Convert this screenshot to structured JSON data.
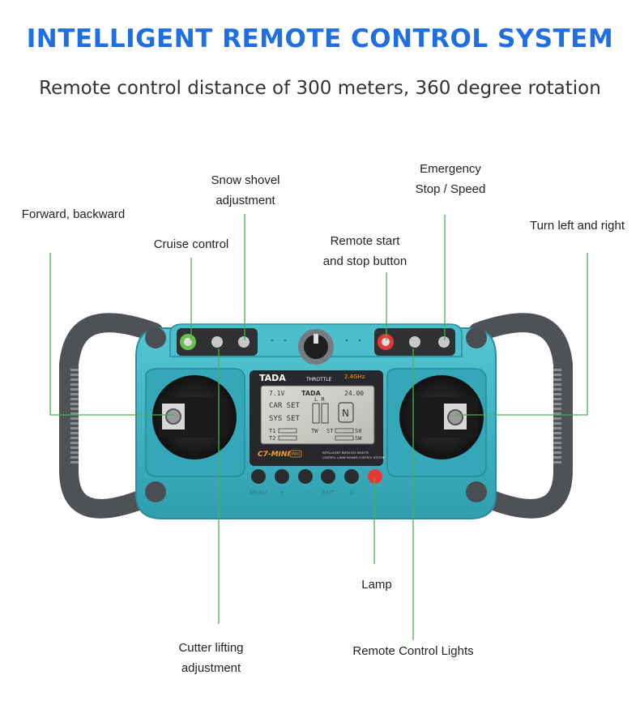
{
  "header": {
    "title": "INTELLIGENT REMOTE CONTROL SYSTEM",
    "subtitle": "Remote control distance of 300 meters, 360 degree rotation"
  },
  "labels": {
    "forward_backward": "Forward, backward",
    "cruise_control": "Cruise control",
    "snow_shovel_line1": "Snow shovel",
    "snow_shovel_line2": "adjustment",
    "remote_start_line1": "Remote start",
    "remote_start_line2": "and stop button",
    "emergency_line1": "Emergency",
    "emergency_line2": "Stop / Speed",
    "turn_left_right": "Turn left and right",
    "lamp": "Lamp",
    "cutter_line1": "Cutter lifting",
    "cutter_line2": "adjustment",
    "remote_lights": "Remote Control Lights"
  },
  "device": {
    "brand": "TADA",
    "throttle": "THROTTLE",
    "band": "2.4GHz",
    "model": "C7-MINI",
    "model_badge": "PRO",
    "tagline_line1": "INTELLIGENT WIRELESS REMOTE",
    "tagline_line2": "CONTROL LAWN MOWER CONTROL SYSTEM",
    "screen": {
      "voltage": "7.1V",
      "brand": "TADA",
      "value": "24.00",
      "line1": "CAR SET",
      "line2": "SYS SET",
      "lr": "L R",
      "mode": "N",
      "t1": "T1",
      "t2": "T2",
      "tw": "TW",
      "st": "ST",
      "s0": "S0",
      "sw": "SW"
    },
    "button_labels": [
      "MENU",
      "+",
      "-",
      "EXIT",
      "⊙",
      ""
    ],
    "colors": {
      "body": "#3fb6c6",
      "body_dark": "#2a95a6",
      "handle": "#5a5d62",
      "line": "#4caf50",
      "red_button": "#e53935"
    }
  }
}
